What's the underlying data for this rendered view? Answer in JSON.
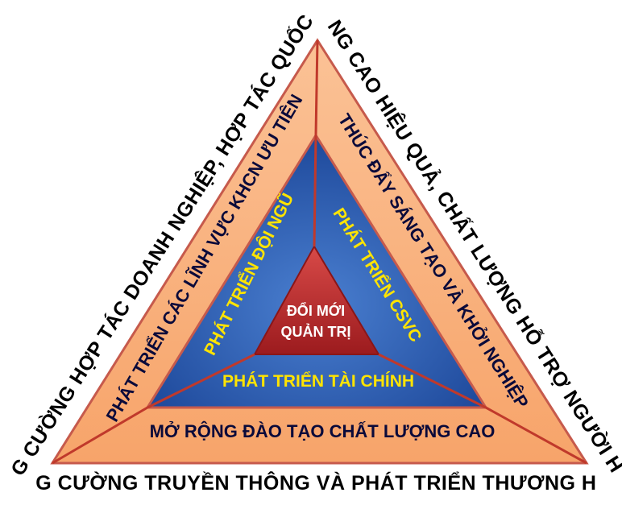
{
  "diagram": {
    "outer": {
      "left": "TĂNG CƯỜNG HỢP TÁC DOANH NGHIỆP, HỢP TÁC QUỐC TẾ",
      "right": "NÂNG CAO HIỆU QUẢ, CHẤT LƯỢNG HỖ TRỢ NGƯỜI HỌC",
      "bottom": "TĂNG CƯỜNG TRUYỀN THÔNG VÀ PHÁT TRIỂN THƯƠNG HIỆU"
    },
    "orange_band": {
      "left": "PHÁT TRIỂN CÁC LĨNH VỰC KHCN ƯU TIÊN",
      "right": "THÚC ĐẨY SÁNG TẠO VÀ KHỞI NGHIỆP",
      "bottom": "MỞ RỘNG ĐÀO TẠO CHẤT LƯỢNG CAO"
    },
    "blue_band": {
      "left": "PHÁT TRIỂN ĐỘI NGŨ",
      "right": "PHÁT TRIỂN CSVC",
      "bottom": "PHÁT TRIỂN TÀI CHÍNH"
    },
    "core": {
      "line1": "ĐỔI MỚI",
      "line2": "QUẢN TRỊ"
    },
    "colors": {
      "orange": "#f9b07a",
      "blue": "#2f5bb0",
      "red": "#c0282c",
      "yellow_text": "#ffe400"
    }
  }
}
